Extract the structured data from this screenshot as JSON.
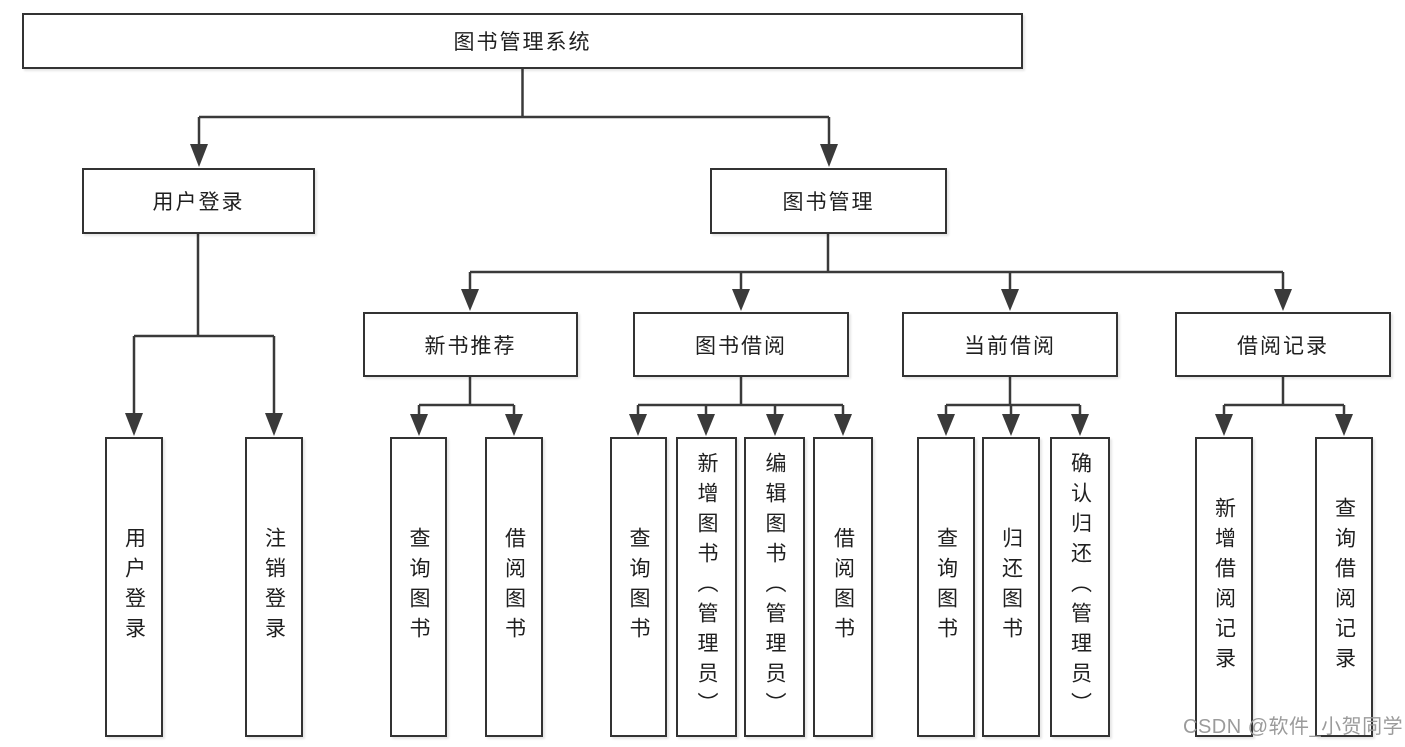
{
  "tree": {
    "root": {
      "label": "图书管理系统"
    },
    "branches": [
      {
        "label": "用户登录",
        "children": [
          {
            "label": "用户登录"
          },
          {
            "label": "注销登录"
          }
        ]
      },
      {
        "label": "图书管理",
        "children": [
          {
            "label": "新书推荐",
            "children": [
              {
                "label": "查询图书"
              },
              {
                "label": "借阅图书"
              }
            ]
          },
          {
            "label": "图书借阅",
            "children": [
              {
                "label": "查询图书"
              },
              {
                "label": "新增图书（管理员）"
              },
              {
                "label": "编辑图书（管理员）"
              },
              {
                "label": "借阅图书"
              }
            ]
          },
          {
            "label": "当前借阅",
            "children": [
              {
                "label": "查询图书"
              },
              {
                "label": "归还图书"
              },
              {
                "label": "确认归还（管理员）"
              }
            ]
          },
          {
            "label": "借阅记录",
            "children": [
              {
                "label": "新增借阅记录"
              },
              {
                "label": "查询借阅记录"
              }
            ]
          }
        ]
      }
    ]
  },
  "watermark": {
    "text": "CSDN @软件_小贺同学"
  },
  "colors": {
    "line": "#3a3a3a",
    "box_border": "#333333",
    "box_fill": "#ffffff",
    "text": "#1f1f1f",
    "watermark": "#9b9b9b"
  }
}
